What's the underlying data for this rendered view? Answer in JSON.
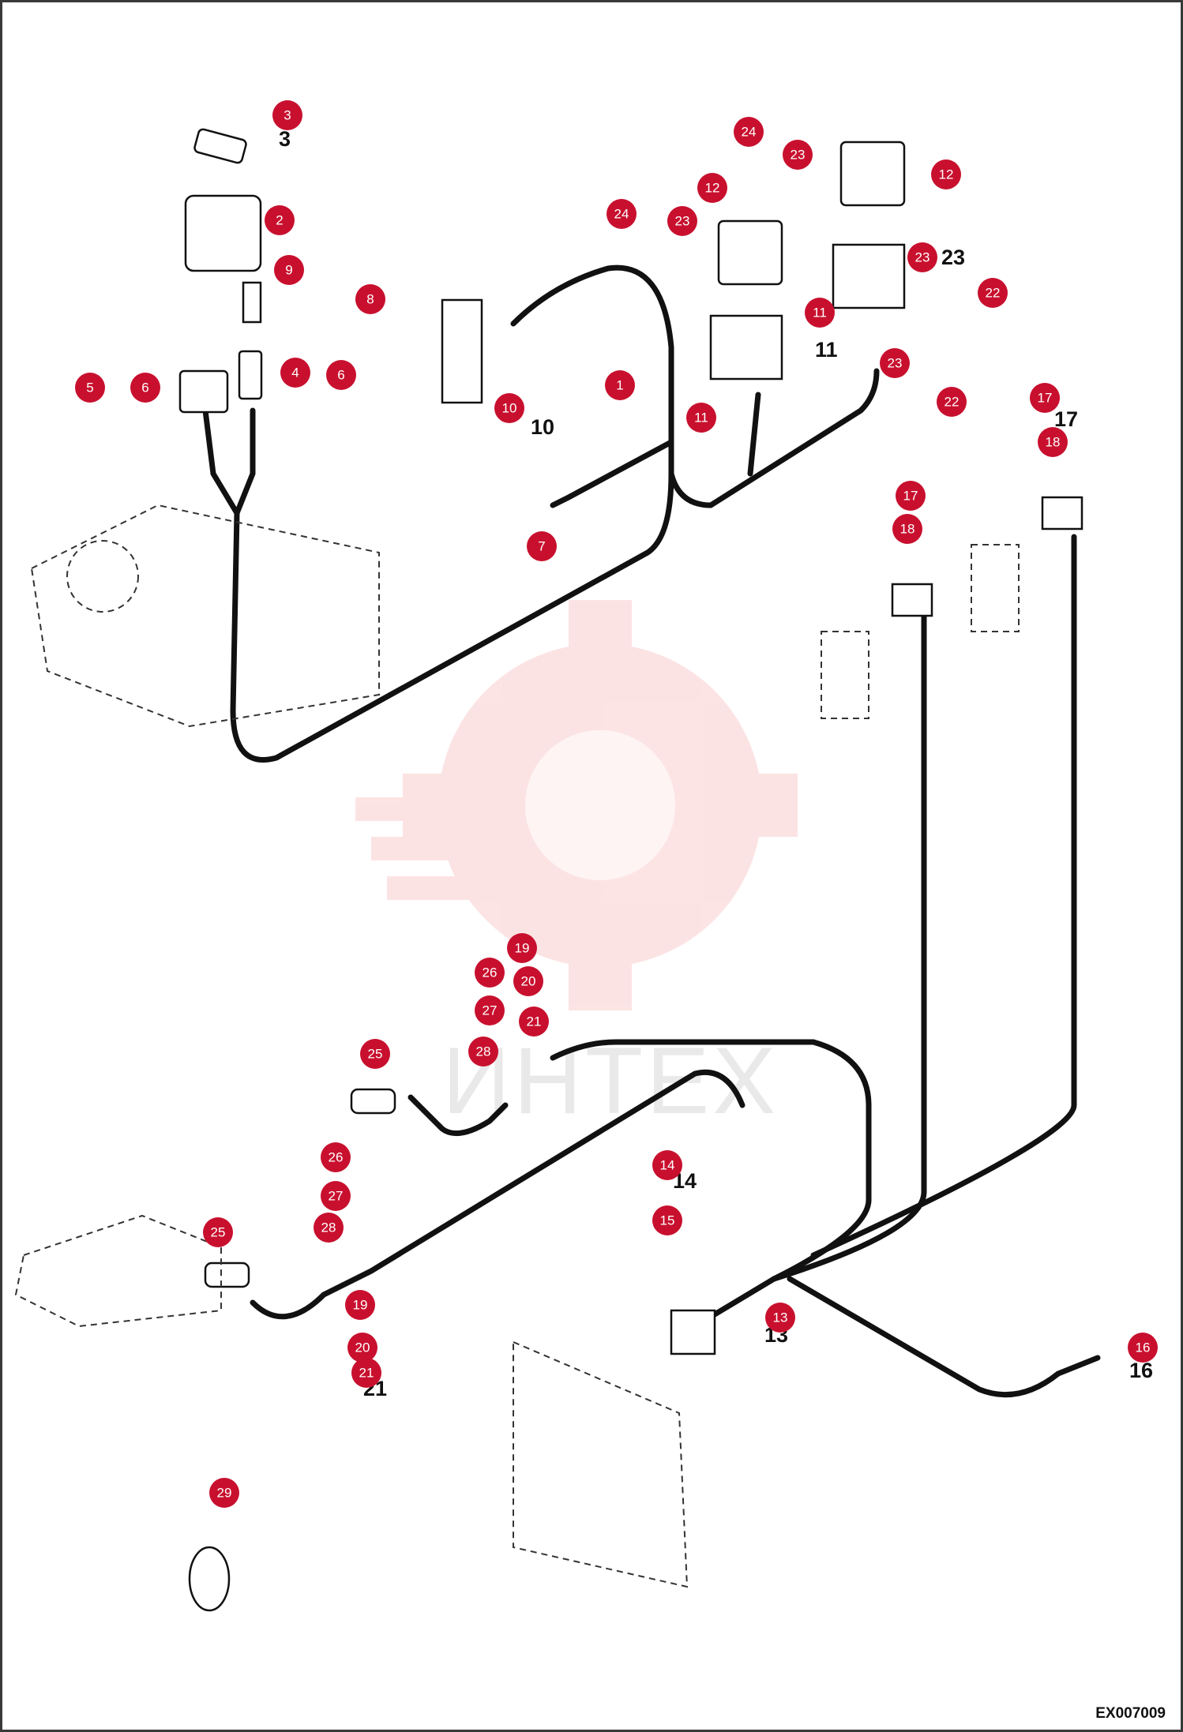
{
  "drawing_code": "EX007009",
  "watermark": "ИНТЕХ",
  "callouts": [
    "1",
    "2",
    "3",
    "4",
    "5",
    "6",
    "7",
    "8",
    "9",
    "10",
    "11",
    "12",
    "13",
    "14",
    "15",
    "16",
    "17",
    "18",
    "19",
    "20",
    "21",
    "22",
    "23",
    "24",
    "25",
    "26",
    "27",
    "28",
    "29"
  ],
  "colors": {
    "callout_fill": "#c8102e",
    "harness": "#111111",
    "watermark": "#f26a6a"
  }
}
